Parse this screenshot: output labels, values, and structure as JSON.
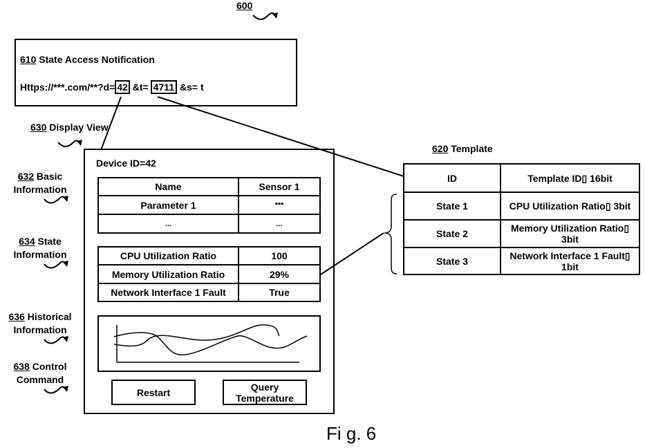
{
  "figure": {
    "ref_number": "600",
    "caption": "Fi g. 6"
  },
  "notification": {
    "ref": "610",
    "title": " State Access Notification",
    "url_prefix": "Https://***.com/**?d=",
    "device_id": "42",
    "t_param": " &t=",
    "template_id": "4711",
    "s_param": " &s= t"
  },
  "display_view": {
    "ref": "630",
    "title": " Display View",
    "device_label": "Device ID=42",
    "side_labels": [
      {
        "ref": "632",
        "line1": " Basic",
        "line2": "Information"
      },
      {
        "ref": "634",
        "line1": " State",
        "line2": "Information"
      },
      {
        "ref": "636",
        "line1": " Historical",
        "line2": "Information"
      },
      {
        "ref": "638",
        "line1": " Control",
        "line2": "Command"
      }
    ],
    "basic_table": {
      "header": [
        "Name",
        "Sensor 1"
      ],
      "rows": [
        [
          "Parameter 1",
          "***"
        ],
        [
          "...",
          "..."
        ]
      ]
    },
    "state_table": {
      "rows": [
        [
          "CPU Utilization Ratio",
          "100"
        ],
        [
          "Memory Utilization Ratio",
          "29%"
        ],
        [
          "Network Interface 1 Fault",
          "True"
        ]
      ]
    },
    "buttons": {
      "restart": "Restart",
      "query_temperature_line1": "Query",
      "query_temperature_line2": "Temperature"
    }
  },
  "template": {
    "ref": "620",
    "title": " Template",
    "header": [
      "ID",
      "Template ID▯  16bit"
    ],
    "rows": [
      [
        "State 1",
        "CPU Utilization Ratio▯  3bit"
      ],
      [
        "State 2",
        "Memory Utilization Ratio▯",
        "3bit"
      ],
      [
        "State 3",
        "Network Interface 1 Fault▯",
        "1bit"
      ]
    ]
  }
}
